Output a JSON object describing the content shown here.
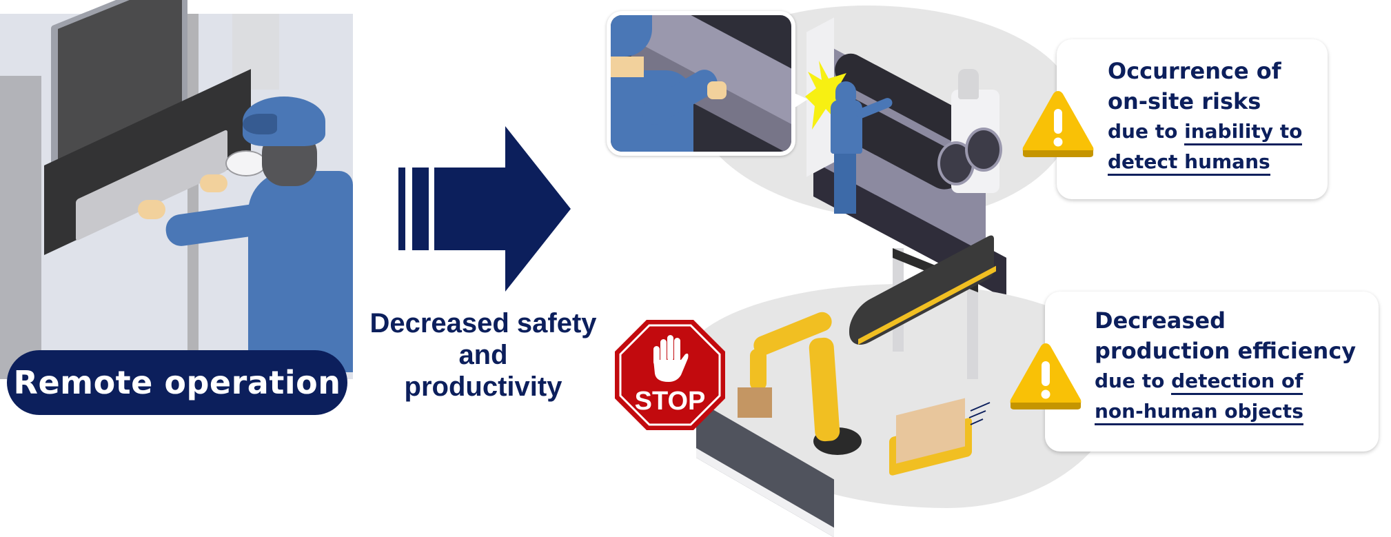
{
  "left_panel": {
    "scene": "worker-at-computer-terminal",
    "label": "Remote operation",
    "label_bg": "#0c1f5c",
    "label_color": "#ffffff"
  },
  "middle": {
    "arrow_icon": "striped-right-arrow-icon",
    "arrow_color": "#0c1f5c",
    "label_line1": "Decreased safety",
    "label_line2": "and",
    "label_line3": "productivity"
  },
  "top_right": {
    "scene": "worker-at-roller-machine",
    "zoom_inset": "close-up-of-worker-hand-on-roller",
    "warning_icon": "warning-triangle-icon",
    "warning_color": "#f9c106",
    "card": {
      "line1": "Occurrence of",
      "line2": "on-site risks",
      "line3_prefix": "due to ",
      "line3_underlined": "inability to",
      "line4_underlined": "detect humans"
    }
  },
  "bottom_right": {
    "scene": "robot-arms-conveyors-agv",
    "stop_sign": {
      "text": "STOP",
      "color": "#c20a0e"
    },
    "warning_icon": "warning-triangle-icon",
    "card": {
      "line1": "Decreased",
      "line2": "production efficiency",
      "line3_prefix": "due to ",
      "line3_underlined": "detection of",
      "line4_underlined": "non-human objects"
    }
  },
  "colors": {
    "navy": "#0c1f5c",
    "worker_blue": "#4a77b6",
    "robot_yellow": "#f1bf22",
    "blob_gray": "#e6e6e6"
  }
}
